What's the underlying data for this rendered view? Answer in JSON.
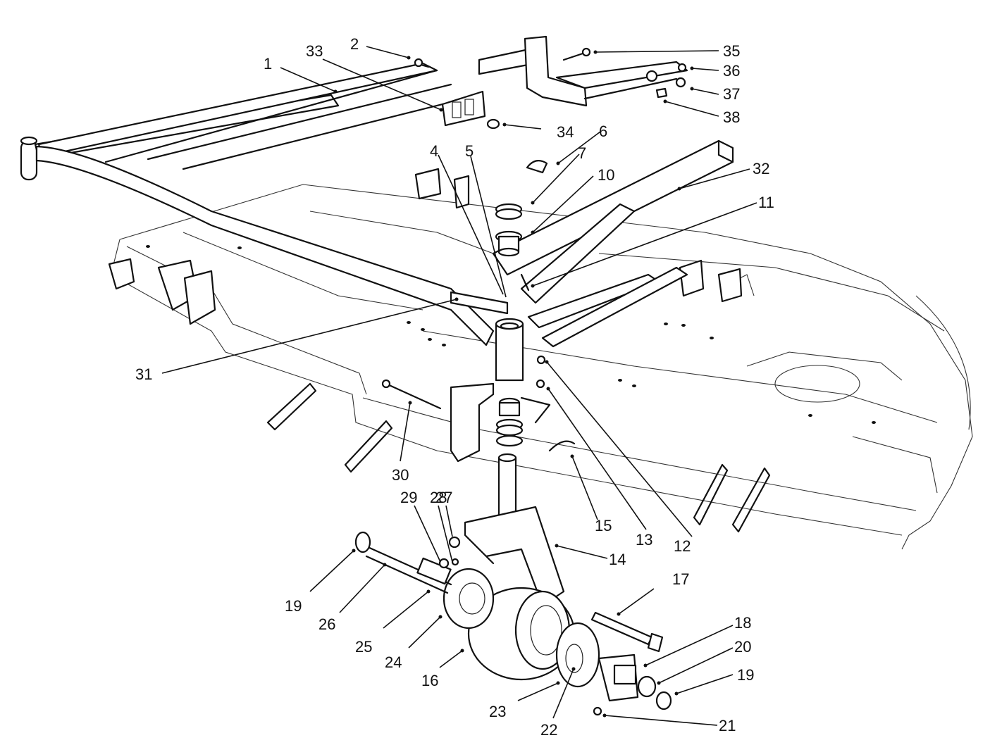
{
  "callouts": [
    {
      "id": "1",
      "text": "1"
    },
    {
      "id": "2",
      "text": "2"
    },
    {
      "id": "33",
      "text": "33"
    },
    {
      "id": "35",
      "text": "35"
    },
    {
      "id": "36",
      "text": "36"
    },
    {
      "id": "37",
      "text": "37"
    },
    {
      "id": "38",
      "text": "38"
    },
    {
      "id": "34",
      "text": "34"
    },
    {
      "id": "6",
      "text": "6"
    },
    {
      "id": "4",
      "text": "4"
    },
    {
      "id": "5",
      "text": "5"
    },
    {
      "id": "7",
      "text": "7"
    },
    {
      "id": "10",
      "text": "10"
    },
    {
      "id": "32",
      "text": "32"
    },
    {
      "id": "11",
      "text": "11"
    },
    {
      "id": "31",
      "text": "31"
    },
    {
      "id": "30",
      "text": "30"
    },
    {
      "id": "15",
      "text": "15"
    },
    {
      "id": "13",
      "text": "13"
    },
    {
      "id": "12",
      "text": "12"
    },
    {
      "id": "29",
      "text": "29"
    },
    {
      "id": "28",
      "text": "28"
    },
    {
      "id": "27",
      "text": "27"
    },
    {
      "id": "14",
      "text": "14"
    },
    {
      "id": "17",
      "text": "17"
    },
    {
      "id": "19a",
      "text": "19"
    },
    {
      "id": "26",
      "text": "26"
    },
    {
      "id": "25",
      "text": "25"
    },
    {
      "id": "24",
      "text": "24"
    },
    {
      "id": "16",
      "text": "16"
    },
    {
      "id": "18",
      "text": "18"
    },
    {
      "id": "20",
      "text": "20"
    },
    {
      "id": "19b",
      "text": "19"
    },
    {
      "id": "23",
      "text": "23"
    },
    {
      "id": "22",
      "text": "22"
    },
    {
      "id": "21",
      "text": "21"
    }
  ]
}
